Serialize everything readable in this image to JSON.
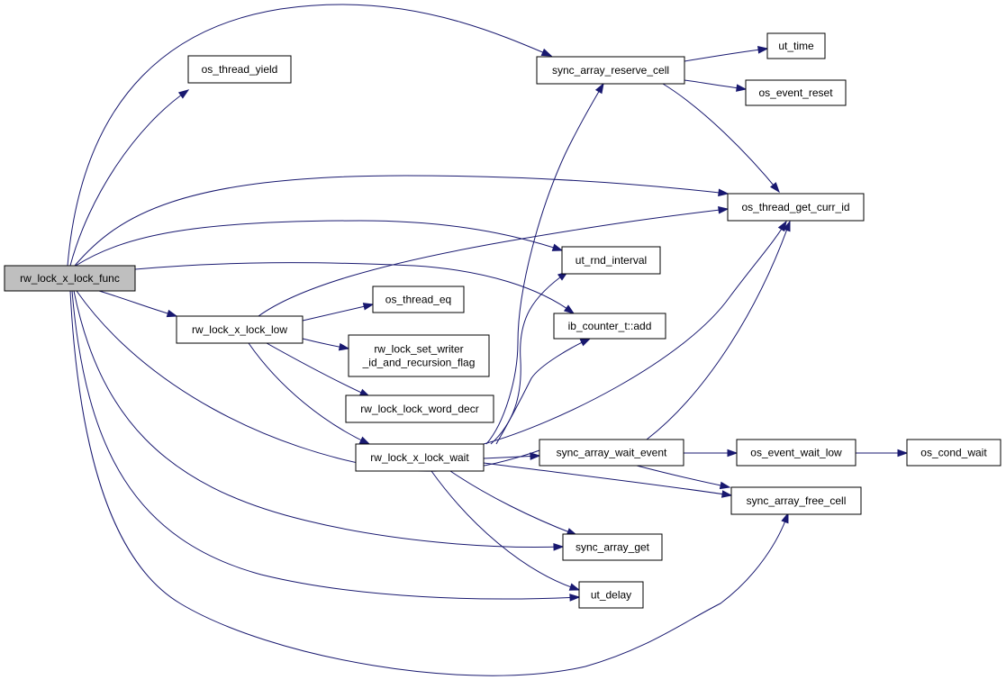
{
  "colors": {
    "edge": "#191970",
    "node_border": "#000000",
    "node_fill": "#ffffff",
    "root_fill": "#bfbfbf"
  },
  "nodes": [
    {
      "id": "root",
      "lines": [
        "rw_lock_x_lock_func"
      ],
      "root": true
    },
    {
      "id": "yield",
      "lines": [
        "os_thread_yield"
      ]
    },
    {
      "id": "reserve",
      "lines": [
        "sync_array_reserve_cell"
      ]
    },
    {
      "id": "uttime",
      "lines": [
        "ut_time"
      ]
    },
    {
      "id": "evreset",
      "lines": [
        "os_event_reset"
      ]
    },
    {
      "id": "currid",
      "lines": [
        "os_thread_get_curr_id"
      ]
    },
    {
      "id": "rnd",
      "lines": [
        "ut_rnd_interval"
      ]
    },
    {
      "id": "xlow",
      "lines": [
        "rw_lock_x_lock_low"
      ]
    },
    {
      "id": "threq",
      "lines": [
        "os_thread_eq"
      ]
    },
    {
      "id": "add",
      "lines": [
        "ib_counter_t::add"
      ]
    },
    {
      "id": "setwriter",
      "lines": [
        "rw_lock_set_writer",
        "_id_and_recursion_flag"
      ]
    },
    {
      "id": "worddecr",
      "lines": [
        "rw_lock_lock_word_decr"
      ]
    },
    {
      "id": "xwait",
      "lines": [
        "rw_lock_x_lock_wait"
      ]
    },
    {
      "id": "waitevent",
      "lines": [
        "sync_array_wait_event"
      ]
    },
    {
      "id": "evwaitlow",
      "lines": [
        "os_event_wait_low"
      ]
    },
    {
      "id": "condwait",
      "lines": [
        "os_cond_wait"
      ]
    },
    {
      "id": "freecell",
      "lines": [
        "sync_array_free_cell"
      ]
    },
    {
      "id": "saget",
      "lines": [
        "sync_array_get"
      ]
    },
    {
      "id": "delay",
      "lines": [
        "ut_delay"
      ]
    }
  ],
  "edges": [
    {
      "from": "root",
      "to": "yield"
    },
    {
      "from": "root",
      "to": "reserve"
    },
    {
      "from": "root",
      "to": "currid"
    },
    {
      "from": "root",
      "to": "rnd"
    },
    {
      "from": "root",
      "to": "add"
    },
    {
      "from": "root",
      "to": "xlow"
    },
    {
      "from": "root",
      "to": "waitevent"
    },
    {
      "from": "root",
      "to": "saget"
    },
    {
      "from": "root",
      "to": "delay"
    },
    {
      "from": "root",
      "to": "freecell"
    },
    {
      "from": "reserve",
      "to": "uttime"
    },
    {
      "from": "reserve",
      "to": "evreset"
    },
    {
      "from": "reserve",
      "to": "currid"
    },
    {
      "from": "xlow",
      "to": "currid"
    },
    {
      "from": "xlow",
      "to": "threq"
    },
    {
      "from": "xlow",
      "to": "setwriter"
    },
    {
      "from": "xlow",
      "to": "worddecr"
    },
    {
      "from": "xlow",
      "to": "xwait"
    },
    {
      "from": "xwait",
      "to": "reserve"
    },
    {
      "from": "xwait",
      "to": "rnd"
    },
    {
      "from": "xwait",
      "to": "add"
    },
    {
      "from": "xwait",
      "to": "currid"
    },
    {
      "from": "xwait",
      "to": "waitevent"
    },
    {
      "from": "xwait",
      "to": "freecell"
    },
    {
      "from": "xwait",
      "to": "saget"
    },
    {
      "from": "xwait",
      "to": "delay"
    },
    {
      "from": "waitevent",
      "to": "evwaitlow"
    },
    {
      "from": "waitevent",
      "to": "currid"
    },
    {
      "from": "waitevent",
      "to": "freecell"
    },
    {
      "from": "evwaitlow",
      "to": "condwait"
    }
  ]
}
